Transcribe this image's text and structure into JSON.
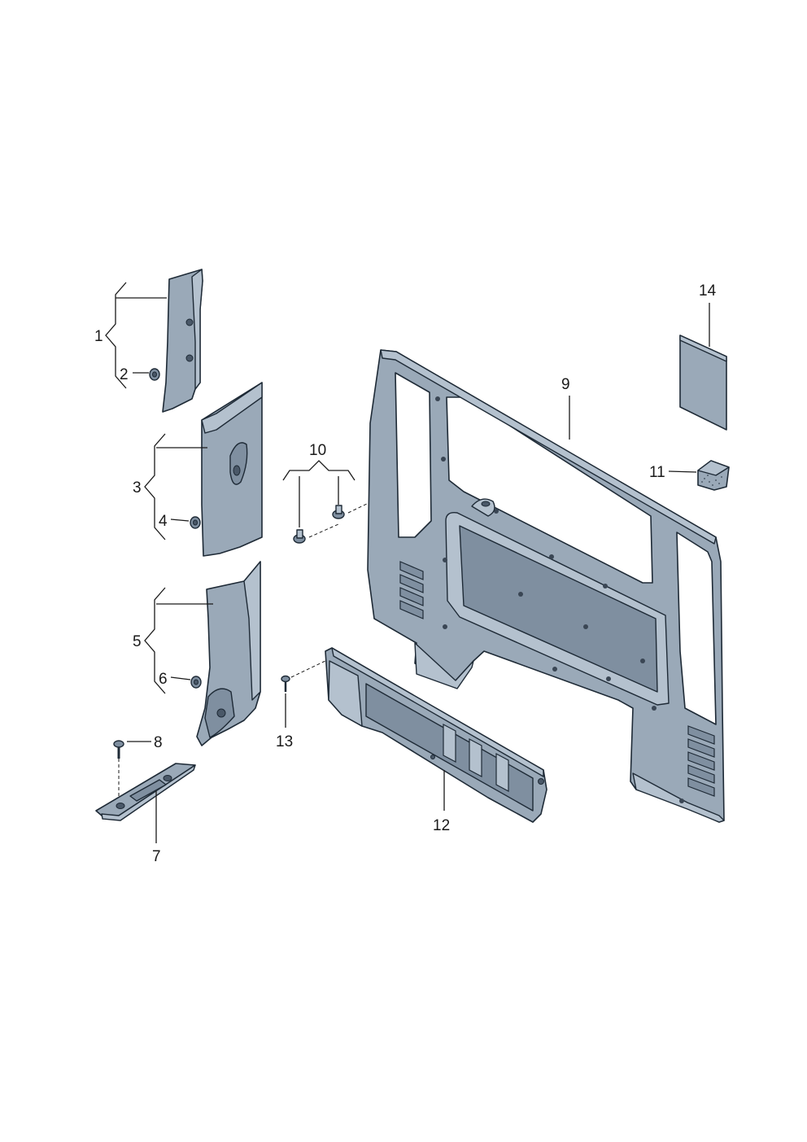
{
  "callouts": {
    "c1": "1",
    "c2": "2",
    "c3": "3",
    "c4": "4",
    "c5": "5",
    "c6": "6",
    "c7": "7",
    "c8": "8",
    "c9": "9",
    "c10": "10",
    "c11": "11",
    "c12": "12",
    "c13": "13",
    "c14": "14"
  },
  "colors": {
    "part_fill": "#9aa9b8",
    "part_highlight": "#b4c1ce",
    "part_shadow": "#7f8fa0",
    "outline": "#1e2a36"
  }
}
